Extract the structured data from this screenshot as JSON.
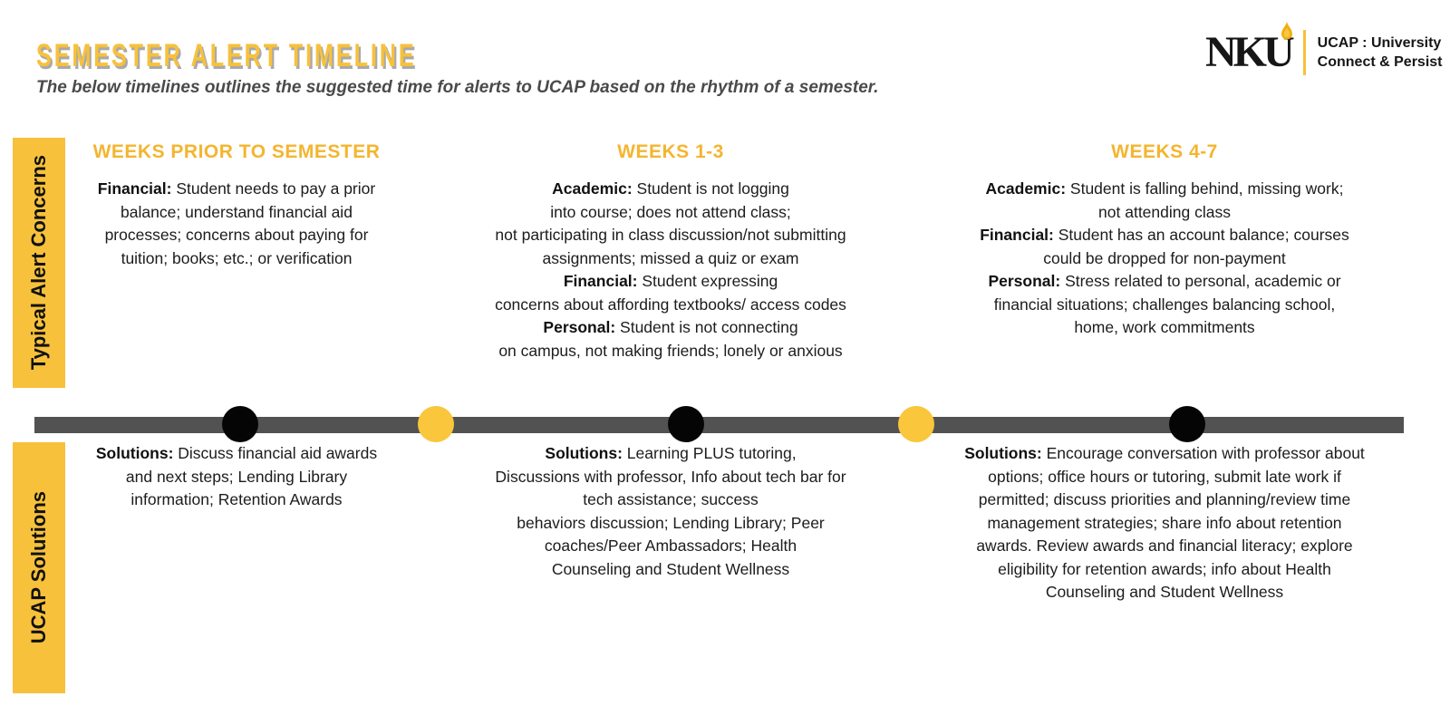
{
  "title": "SEMESTER ALERT TIMELINE",
  "subtitle": "The below timelines outlines the suggested time for alerts to UCAP based on the rhythm of a semester.",
  "logo": {
    "acronym": "NKU",
    "flame_icon": "flame-icon",
    "line1": "UCAP : University",
    "line2": "Connect & Persist"
  },
  "side_labels": {
    "concerns": "Typical Alert Concerns",
    "solutions": "UCAP Solutions"
  },
  "columns": [
    {
      "header": "WEEKS PRIOR TO SEMESTER",
      "concerns": [
        {
          "label": "Financial:",
          "text": " Student needs to pay a prior\nbalance; understand financial aid\nprocesses; concerns about paying for\ntuition; books; etc.; or verification"
        }
      ],
      "solutions": {
        "label": "Solutions:",
        "text": " Discuss financial aid awards\nand next steps; Lending Library\ninformation; Retention Awards"
      }
    },
    {
      "header": "WEEKS 1-3",
      "concerns": [
        {
          "label": "Academic:",
          "text": " Student is not logging\ninto course; does not attend class;\nnot participating in class discussion/not submitting\nassignments; missed a quiz or exam"
        },
        {
          "label": "Financial:",
          "text": " Student expressing\nconcerns about affording textbooks/ access codes"
        },
        {
          "label": "Personal:",
          "text": " Student is not connecting\non campus, not making friends; lonely or anxious"
        }
      ],
      "solutions": {
        "label": "Solutions:",
        "text": " Learning PLUS tutoring,\nDiscussions with professor, Info about tech bar for\ntech assistance; success\nbehaviors discussion; Lending Library; Peer\ncoaches/Peer Ambassadors; Health\nCounseling and Student Wellness"
      }
    },
    {
      "header": "WEEKS 4-7",
      "concerns": [
        {
          "label": "Academic:",
          "text": " Student is falling behind, missing work;\nnot attending class"
        },
        {
          "label": "Financial:",
          "text": " Student has an account balance; courses\ncould be dropped for non-payment"
        },
        {
          "label": "Personal:",
          "text": " Stress related to personal, academic or\nfinancial situations; challenges balancing school,\nhome, work commitments"
        }
      ],
      "solutions": {
        "label": "Solutions:",
        "text": " Encourage conversation with professor about\noptions; office hours or tutoring, submit late work if\npermitted; discuss priorities and planning/review time\nmanagement strategies; share info about retention\nawards. Review awards and financial literacy; explore\neligibility for retention awards; info about Health\nCounseling and Student Wellness"
      }
    }
  ],
  "timeline": {
    "dot_colors": [
      "black",
      "gold",
      "black",
      "gold",
      "black"
    ]
  },
  "colors": {
    "gold": "#F7C13B",
    "dot_gold": "#F9C63C",
    "dot_black": "#050505",
    "bar_gray": "#525252",
    "title_shadow": "#A9A9A9",
    "subtitle_gray": "#4A4A4A",
    "text_black": "#1C1C1C"
  }
}
